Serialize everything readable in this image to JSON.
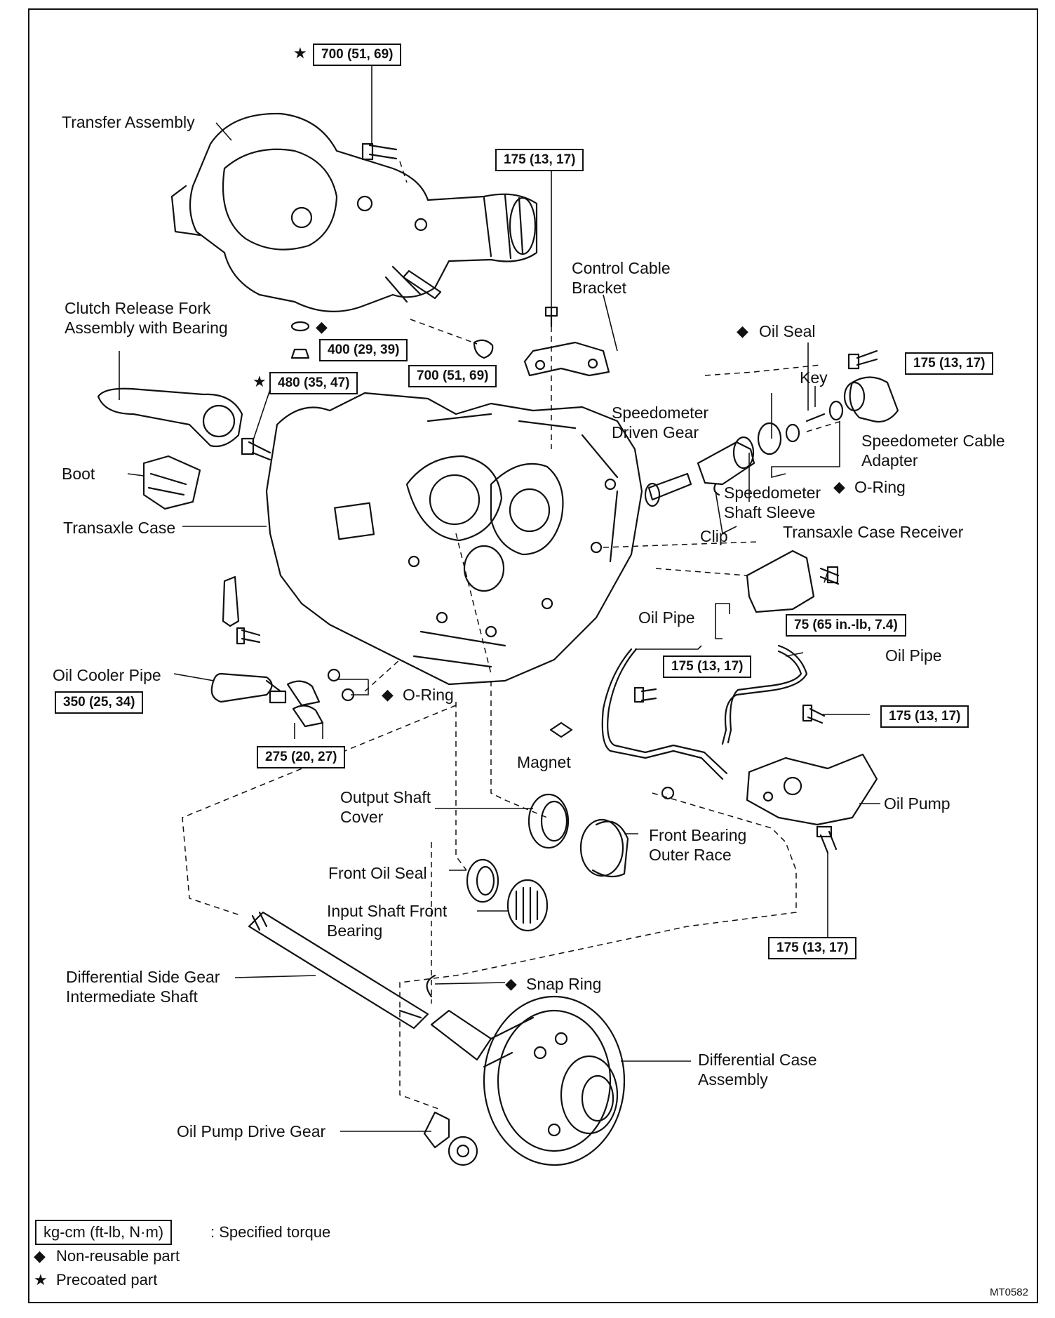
{
  "torques": {
    "t700_top": "700 (51, 69)",
    "t175_bracket": "175 (13, 17)",
    "t400": "400 (29, 39)",
    "t700_mid": "700 (51, 69)",
    "t480": "480 (35, 47)",
    "t175_adapter": "175 (13, 17)",
    "t75": "75 (65 in.-lb, 7.4)",
    "t175_oilpipe_l": "175 (13, 17)",
    "t175_oilpipe_r": "175 (13, 17)",
    "t350": "350 (25, 34)",
    "t275": "275 (20, 27)",
    "t175_pump": "175 (13, 17)"
  },
  "labels": {
    "transfer_assembly": "Transfer Assembly",
    "control_cable_bracket_1": "Control Cable",
    "control_cable_bracket_2": "Bracket",
    "clutch_fork_1": "Clutch Release Fork",
    "clutch_fork_2": "Assembly with Bearing",
    "oil_seal": "Oil Seal",
    "key": "Key",
    "speedo_driven_gear_1": "Speedometer",
    "speedo_driven_gear_2": "Driven Gear",
    "speedo_cable_adapter_1": "Speedometer Cable",
    "speedo_cable_adapter_2": "Adapter",
    "boot": "Boot",
    "o_ring_right": "O-Ring",
    "speedo_shaft_sleeve_1": "Speedometer",
    "speedo_shaft_sleeve_2": "Shaft Sleeve",
    "transaxle_case": "Transaxle Case",
    "clip": "Clip",
    "transaxle_case_receiver": "Transaxle Case Receiver",
    "oil_pipe_left": "Oil Pipe",
    "oil_pipe_right": "Oil Pipe",
    "oil_cooler_pipe": "Oil Cooler Pipe",
    "o_ring_left": "O-Ring",
    "magnet": "Magnet",
    "output_shaft_cover_1": "Output Shaft",
    "output_shaft_cover_2": "Cover",
    "oil_pump": "Oil Pump",
    "front_bearing_outer_race_1": "Front Bearing",
    "front_bearing_outer_race_2": "Outer Race",
    "front_oil_seal": "Front Oil Seal",
    "input_shaft_front_bearing_1": "Input Shaft Front",
    "input_shaft_front_bearing_2": "Bearing",
    "diff_side_gear_1": "Differential Side Gear",
    "diff_side_gear_2": "Intermediate Shaft",
    "snap_ring": "Snap Ring",
    "diff_case_1": "Differential Case",
    "diff_case_2": "Assembly",
    "oil_pump_drive_gear": "Oil Pump Drive Gear"
  },
  "symbols": {
    "star": "★",
    "diamond": "◆"
  },
  "legend": {
    "torque_unit": "kg-cm (ft-lb, N·m)",
    "torque_desc": ": Specified torque",
    "non_reusable": "Non-reusable part",
    "precoated": "Precoated part"
  },
  "figure_code": "MT0582"
}
